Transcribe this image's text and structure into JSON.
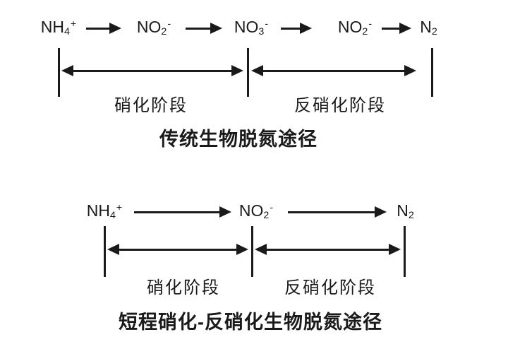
{
  "page": {
    "background_color": "#ffffff",
    "ink_color": "#1a1a1a"
  },
  "traditional": {
    "title": "传统生物脱氮途径",
    "stage_left": "硝化阶段",
    "stage_right": "反硝化阶段",
    "species": [
      {
        "base": "NH",
        "sub": "4",
        "sup": "+"
      },
      {
        "base": "NO",
        "sub": "2",
        "sup": "-"
      },
      {
        "base": "NO",
        "sub": "3",
        "sup": "-"
      },
      {
        "base": "NO",
        "sub": "2",
        "sup": "-"
      },
      {
        "base": "N",
        "sub": "2",
        "sup": ""
      }
    ]
  },
  "shortcut": {
    "title": "短程硝化-反硝化生物脱氮途径",
    "stage_left": "硝化阶段",
    "stage_right": "反硝化阶段",
    "species": [
      {
        "base": "NH",
        "sub": "4",
        "sup": "+"
      },
      {
        "base": "NO",
        "sub": "2",
        "sup": "-"
      },
      {
        "base": "N",
        "sub": "2",
        "sup": ""
      }
    ]
  }
}
